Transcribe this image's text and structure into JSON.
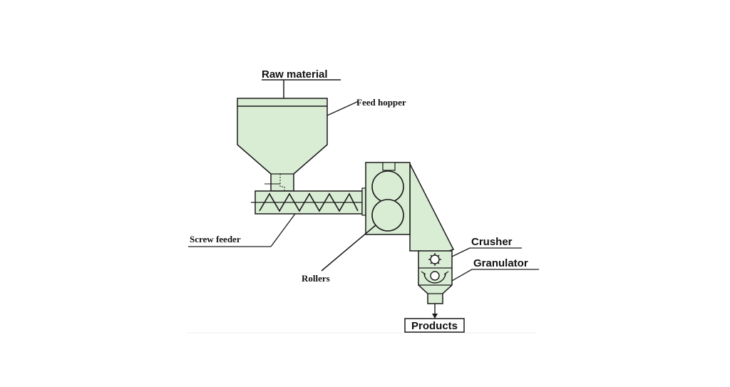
{
  "diagram": {
    "labels": {
      "raw_material": "Raw material",
      "feed_hopper": "Feed hopper",
      "screw_feeder": "Screw feeder",
      "rollers": "Rollers",
      "crusher": "Crusher",
      "granulator": "Granulator",
      "products": "Products"
    },
    "colors": {
      "equipment_fill": "#d9ecd4",
      "line": "#1a1a1a",
      "background": "#ffffff"
    }
  }
}
